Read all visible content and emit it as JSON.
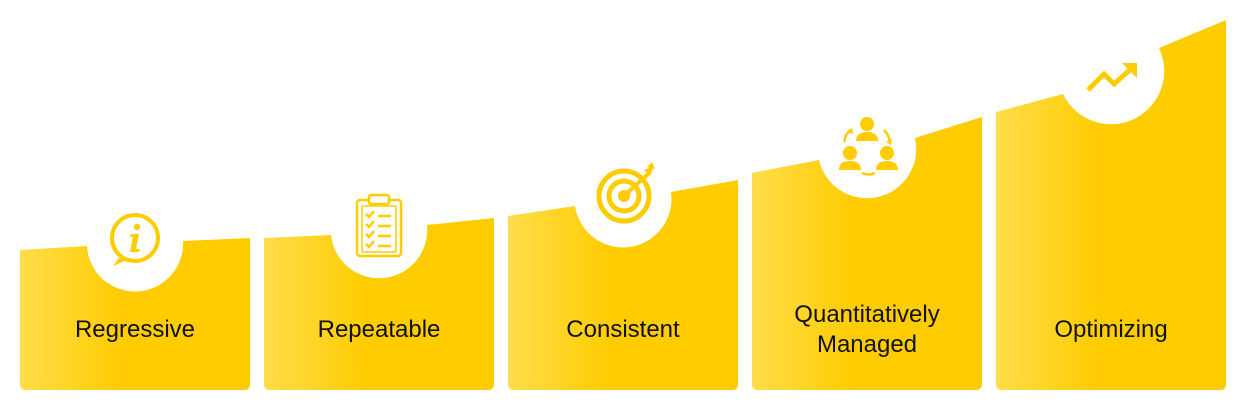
{
  "steps": [
    {
      "label": "Regressive",
      "icon": "info-icon"
    },
    {
      "label": "Repeatable",
      "icon": "clipboard-checklist-icon"
    },
    {
      "label": "Consistent",
      "icon": "target-icon"
    },
    {
      "label": "Quantitatively\nManaged",
      "icon": "team-cycle-icon"
    },
    {
      "label": "Optimizing",
      "icon": "trend-up-icon"
    }
  ],
  "colors": {
    "gold": "#FFCC00",
    "gold_light": "#FFE066",
    "icon": "#FFCC00",
    "text": "#111111"
  }
}
